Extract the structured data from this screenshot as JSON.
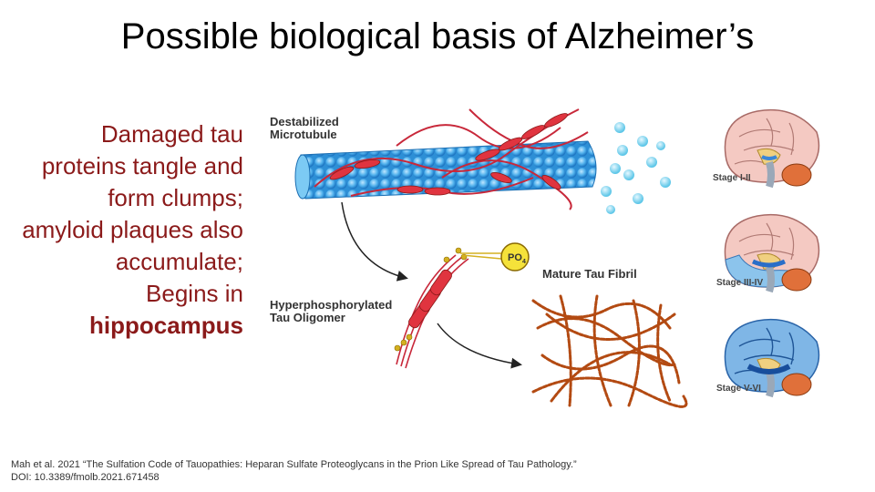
{
  "slide": {
    "title": "Possible biological basis of Alzheimer’s",
    "bullet_lines": [
      "Damaged tau",
      "proteins tangle and",
      "form clumps;",
      "amyloid plaques also",
      "accumulate;",
      "Begins in"
    ],
    "bullet_emphasis": "hippocampus",
    "text_color": "#8b1a1a"
  },
  "figure": {
    "label_microtubule_1": "Destabilized",
    "label_microtubule_2": "Microtubule",
    "label_oligomer_1": "Hyperphosphorylated",
    "label_oligomer_2": "Tau Oligomer",
    "label_fibril": "Mature Tau Fibril",
    "phosphate_main": "PO",
    "phosphate_sub": "4"
  },
  "brains": {
    "stage1": "Stage I-II",
    "stage2": "Stage III-IV",
    "stage3": "Stage V-VI"
  },
  "citation": {
    "line1": "Mah et al. 2021 “The Sulfation Code of Tauopathies: Heparan Sulfate Proteoglycans in the Prion Like Spread of Tau Pathology.”",
    "line2": "DOI: 10.3389/fmolb.2021.671458"
  }
}
